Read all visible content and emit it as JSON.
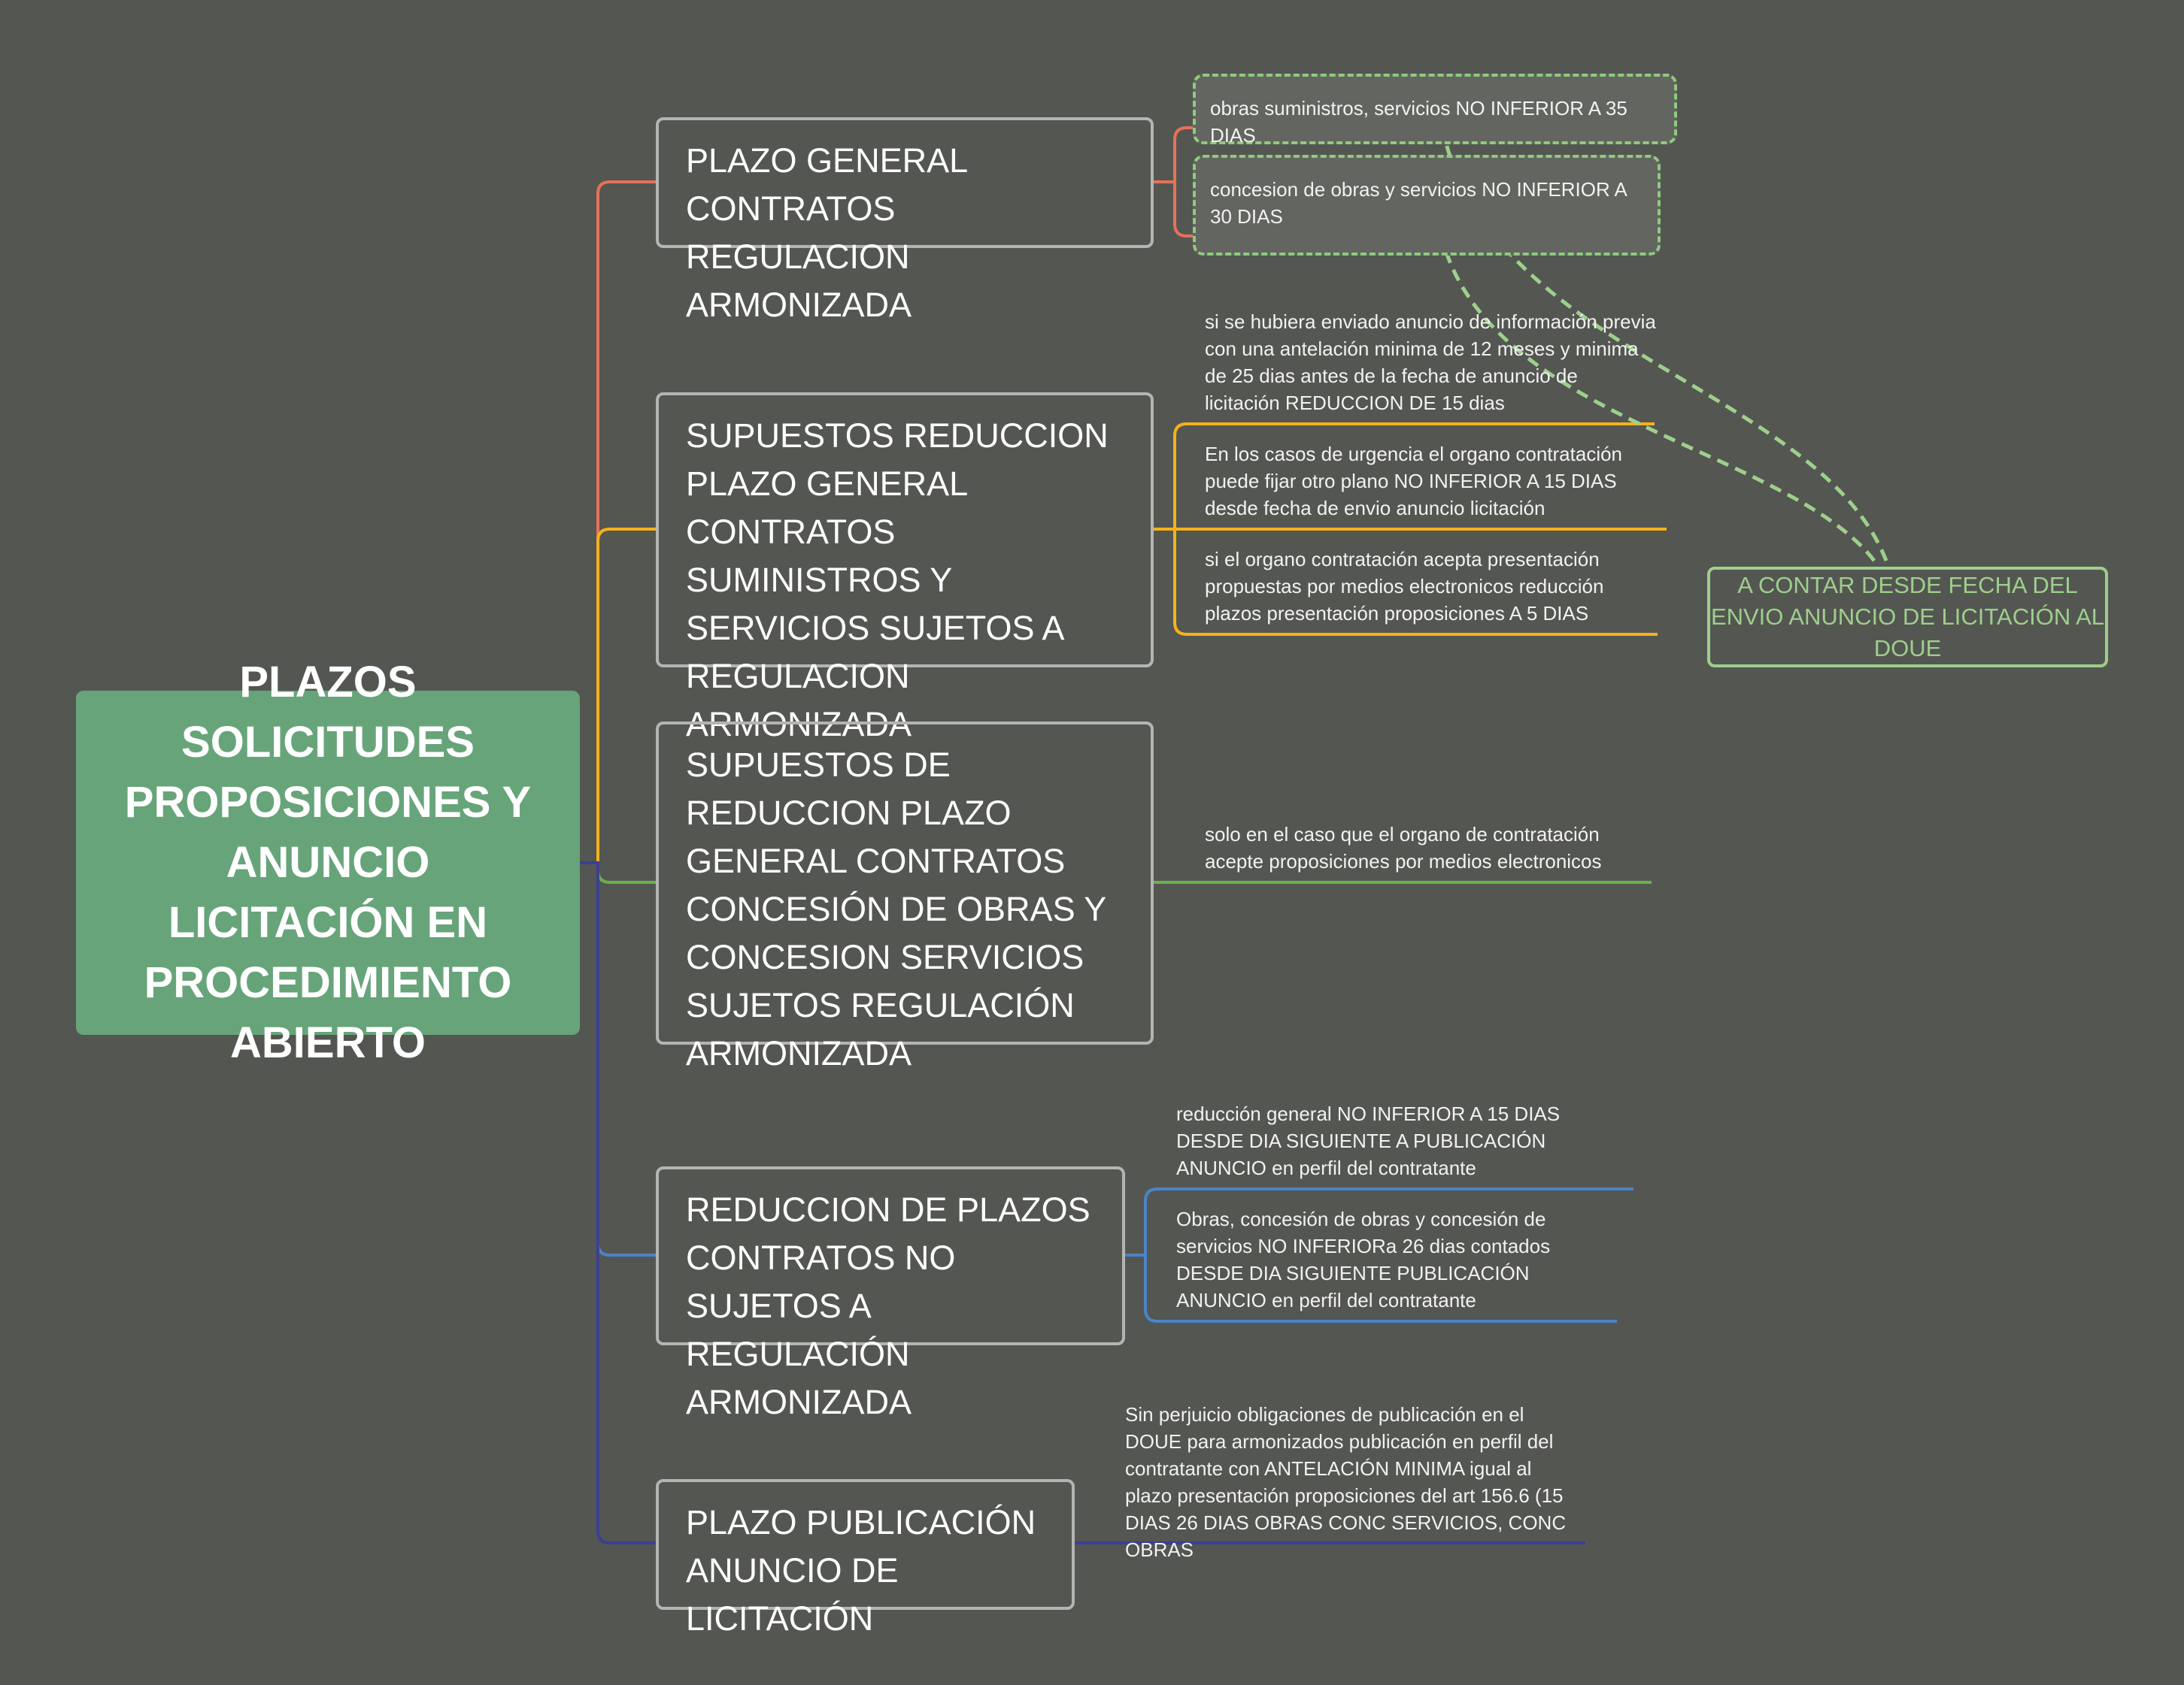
{
  "colors": {
    "background": "#545652",
    "root": "#67a47a",
    "branch_1": "#e6715a",
    "branch_2": "#f5b21c",
    "branch_3": "#6ab04c",
    "branch_4": "#4a84c8",
    "branch_5": "#3b3f94",
    "callout": "#9ecf8c"
  },
  "root": {
    "label": "PLAZOS SOLICITUDES PROPOSICIONES Y ANUNCIO LICITACIÓN EN PROCEDIMIENTO ABIERTO"
  },
  "branches": [
    {
      "label": "PLAZO GENERAL CONTRATOS REGULACION ARMONIZADA",
      "leaves": [
        "obras suministros, servicios NO INFERIOR A 35 DIAS",
        "concesion de obras y servicios NO INFERIOR A 30 DIAS"
      ]
    },
    {
      "label": "SUPUESTOS REDUCCION PLAZO GENERAL CONTRATOS SUMINISTROS Y SERVICIOS SUJETOS A REGULACION ARMONIZADA",
      "leaves": [
        "si se hubiera enviado anuncio de información previa con una antelación minima de 12 meses y minima de 25 dias antes de la fecha de anuncio de licitación REDUCCION DE 15 dias",
        "En los casos de urgencia el organo contratación puede fijar otro plano NO INFERIOR A 15 DIAS desde fecha de envio anuncio licitación",
        "si el organo contratación acepta presentación propuestas por medios electronicos reducción plazos presentación proposiciones A 5 DIAS"
      ]
    },
    {
      "label": "SUPUESTOS DE REDUCCION PLAZO GENERAL CONTRATOS CONCESIÓN DE OBRAS Y CONCESION SERVICIOS SUJETOS REGULACIÓN ARMONIZADA",
      "leaves": [
        "solo en el caso que el organo de contratación acepte proposiciones por medios electronicos"
      ]
    },
    {
      "label": "REDUCCION DE PLAZOS CONTRATOS NO SUJETOS A REGULACIÓN ARMONIZADA",
      "leaves": [
        "reducción general NO INFERIOR A 15 DIAS DESDE DIA SIGUIENTE A PUBLICACIÓN ANUNCIO en perfil del contratante",
        "Obras, concesión de obras  y concesión de servicios NO INFERIORa 26 dias contados DESDE DIA SIGUIENTE PUBLICACIÓN ANUNCIO en perfil del contratante"
      ]
    },
    {
      "label": "PLAZO PUBLICACIÓN ANUNCIO DE LICITACIÓN",
      "leaves": [
        "Sin perjuicio obligaciones de publicación en el DOUE para armonizados publicación en perfil del contratante con ANTELACIÓN MINIMA igual al plazo presentación proposiciones del art 156.6 (15 DIAS 26 DIAS OBRAS CONC SERVICIOS, CONC OBRAS"
      ]
    }
  ],
  "callout": {
    "label": "A CONTAR DESDE FECHA DEL ENVIO ANUNCIO DE LICITACIÓN AL DOUE"
  }
}
